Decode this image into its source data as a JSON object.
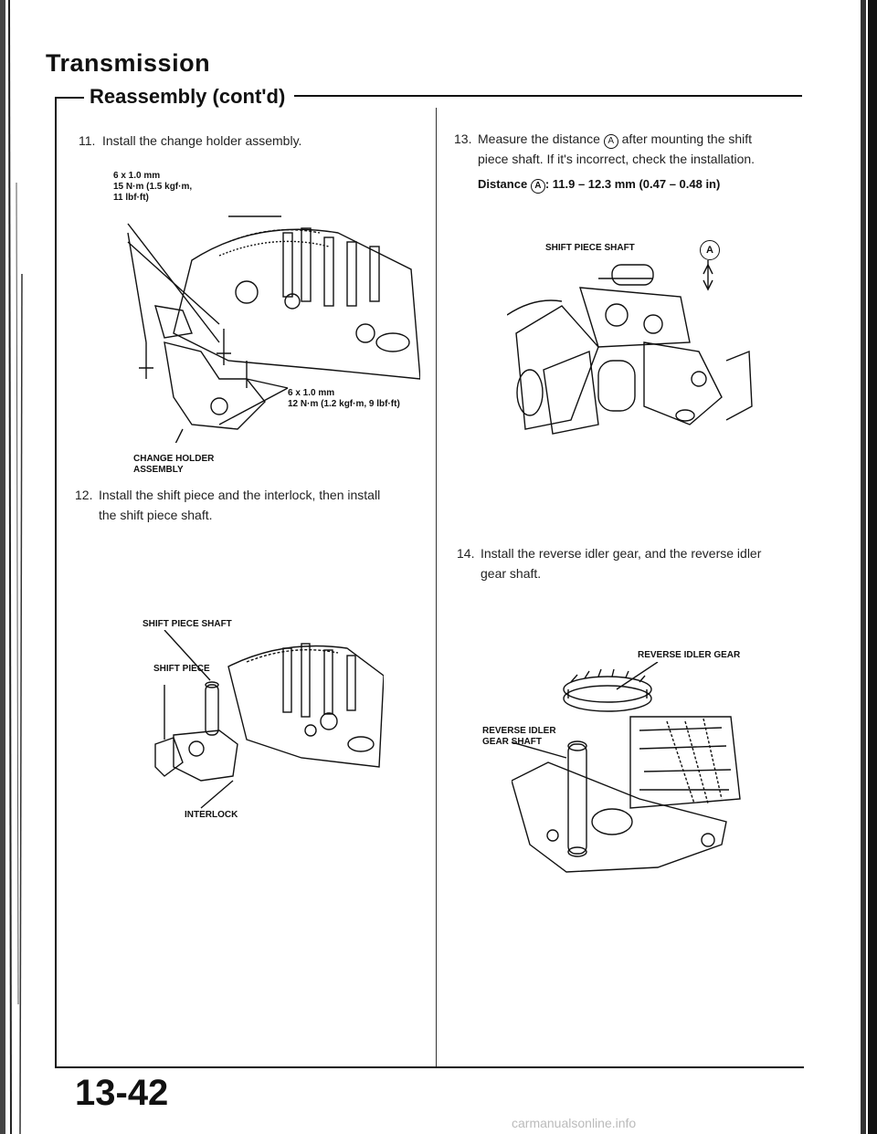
{
  "header": {
    "title": "Transmission",
    "subtitle": "Reassembly (cont'd)"
  },
  "steps": [
    {
      "num": "11.",
      "text": "Install the change holder assembly."
    },
    {
      "num": "12.",
      "text_line1": "Install the shift piece and the interlock, then install",
      "text_line2": "the shift piece shaft."
    },
    {
      "num": "13.",
      "text_line1": "Measure the distance",
      "text_line1b": "after mounting the shift",
      "text_line2": "piece shaft. If it's incorrect, check the installation."
    },
    {
      "num": "14.",
      "text_line1": "Install the reverse idler gear, and the reverse idler",
      "text_line2": "gear shaft."
    }
  ],
  "figure1": {
    "spec_top_1": "6 x 1.0 mm",
    "spec_top_2": "15 N·m (1.5 kgf·m,",
    "spec_top_3": "11 lbf·ft)",
    "spec_bottom_1": "6 x 1.0 mm",
    "spec_bottom_2": "12 N·m (1.2 kgf·m, 9 lbf·ft)",
    "callout_1": "CHANGE HOLDER",
    "callout_2": "ASSEMBLY"
  },
  "figure2": {
    "shaft_label": "SHIFT PIECE SHAFT",
    "piece_label": "SHIFT PIECE",
    "interlock_label": "INTERLOCK"
  },
  "distance": {
    "label": "Distance",
    "marker": "A",
    "value": ": 11.9 – 12.3 mm (0.47 – 0.48 in)"
  },
  "figure3": {
    "shaft_label": "SHIFT PIECE SHAFT",
    "marker": "A"
  },
  "figure4": {
    "gear_label": "REVERSE IDLER GEAR",
    "shaft_label_1": "REVERSE IDLER",
    "shaft_label_2": "GEAR SHAFT"
  },
  "footer": {
    "page_number": "13-42",
    "watermark": "carmanualsonline.info"
  }
}
